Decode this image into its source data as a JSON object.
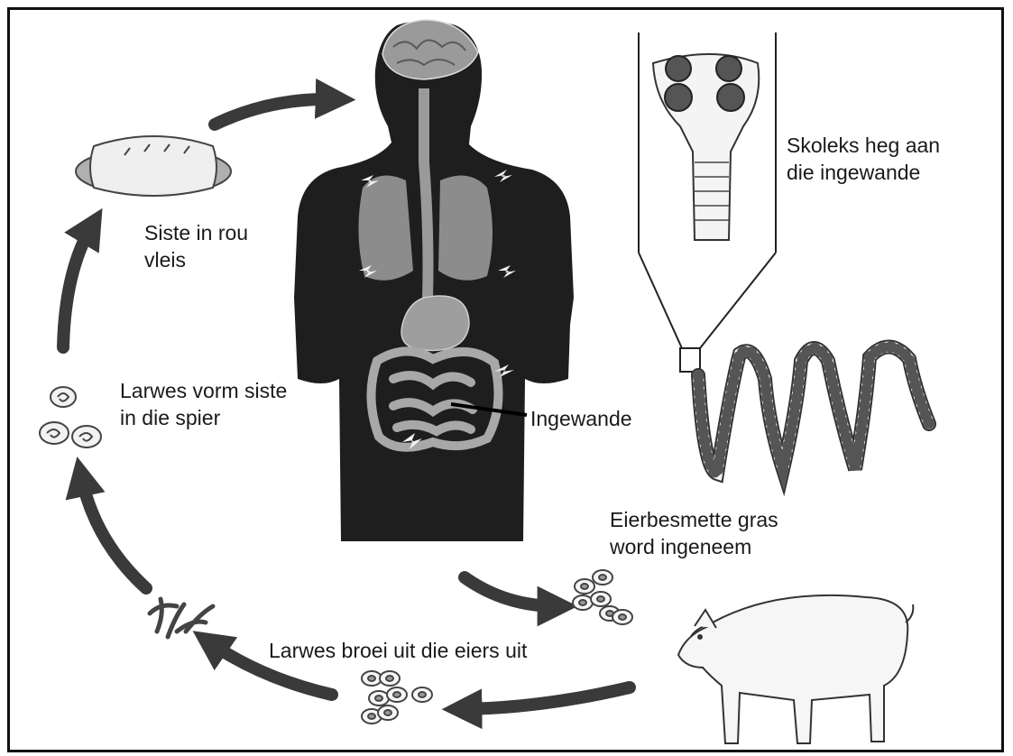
{
  "labels": {
    "scolex": "Skoleks heg aan\ndie ingewande",
    "cysts_meat": "Siste in rou\nvleis",
    "larvae_cysts": "Larwes vorm siste\nin die spier",
    "intestine": "Ingewande",
    "eggs_grass": "Eierbesmette gras\nword ingeneem",
    "larvae_hatch": "Larwes broei uit die eiers uit"
  },
  "icons": {
    "human": "human-body-organs-icon",
    "scolex": "tapeworm-scolex-icon",
    "tapeworm": "tapeworm-strobila-icon",
    "pig": "pig-icon",
    "meat": "sausage-meat-icon",
    "cysts": "muscle-cyst-icon",
    "larvae": "hatched-larvae-icon",
    "eggs": "egg-icon"
  },
  "colors": {
    "arrow": "#3a3a3a",
    "body": "#1e1e1e",
    "organ": "#8a8a8a",
    "frame": "#111111"
  }
}
